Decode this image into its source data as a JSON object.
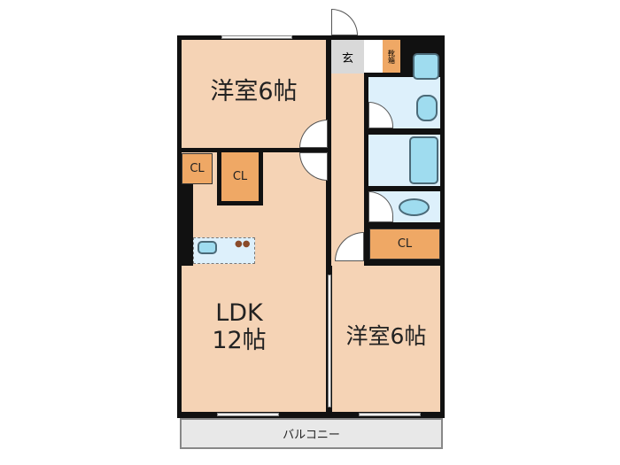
{
  "rooms": {
    "western_room_1": "洋室6帖",
    "ldk_line1": "LDK",
    "ldk_line2": "12帖",
    "western_room_2": "洋室6帖",
    "entrance": "玄",
    "shoe_box": "靴箱",
    "closet_1": "CL",
    "closet_2": "CL",
    "closet_3": "CL",
    "balcony": "バルコニー"
  },
  "colors": {
    "room": "#f5d3b5",
    "closet": "#efa865",
    "wet_area": "#ddf0fb",
    "entrance": "#d9d9d9",
    "balcony": "#e8e8e8",
    "wall": "#111111"
  }
}
